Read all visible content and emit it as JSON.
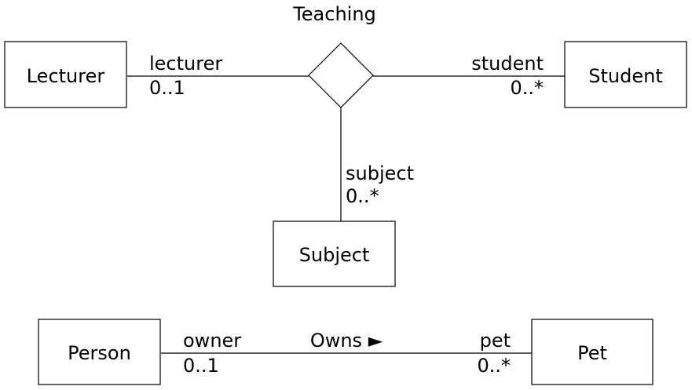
{
  "ternary": {
    "association_name": "Teaching",
    "classes": {
      "lecturer": "Lecturer",
      "student": "Student",
      "subject": "Subject"
    },
    "roles": {
      "lecturer_role": "lecturer",
      "lecturer_mult": "0..1",
      "student_role": "student",
      "student_mult": "0..*",
      "subject_role": "subject",
      "subject_mult": "0..*"
    }
  },
  "binary": {
    "association_name": "Owns ►",
    "classes": {
      "person": "Person",
      "pet": "Pet"
    },
    "roles": {
      "owner_role": "owner",
      "owner_mult": "0..1",
      "pet_role": "pet",
      "pet_mult": "0..*"
    }
  }
}
